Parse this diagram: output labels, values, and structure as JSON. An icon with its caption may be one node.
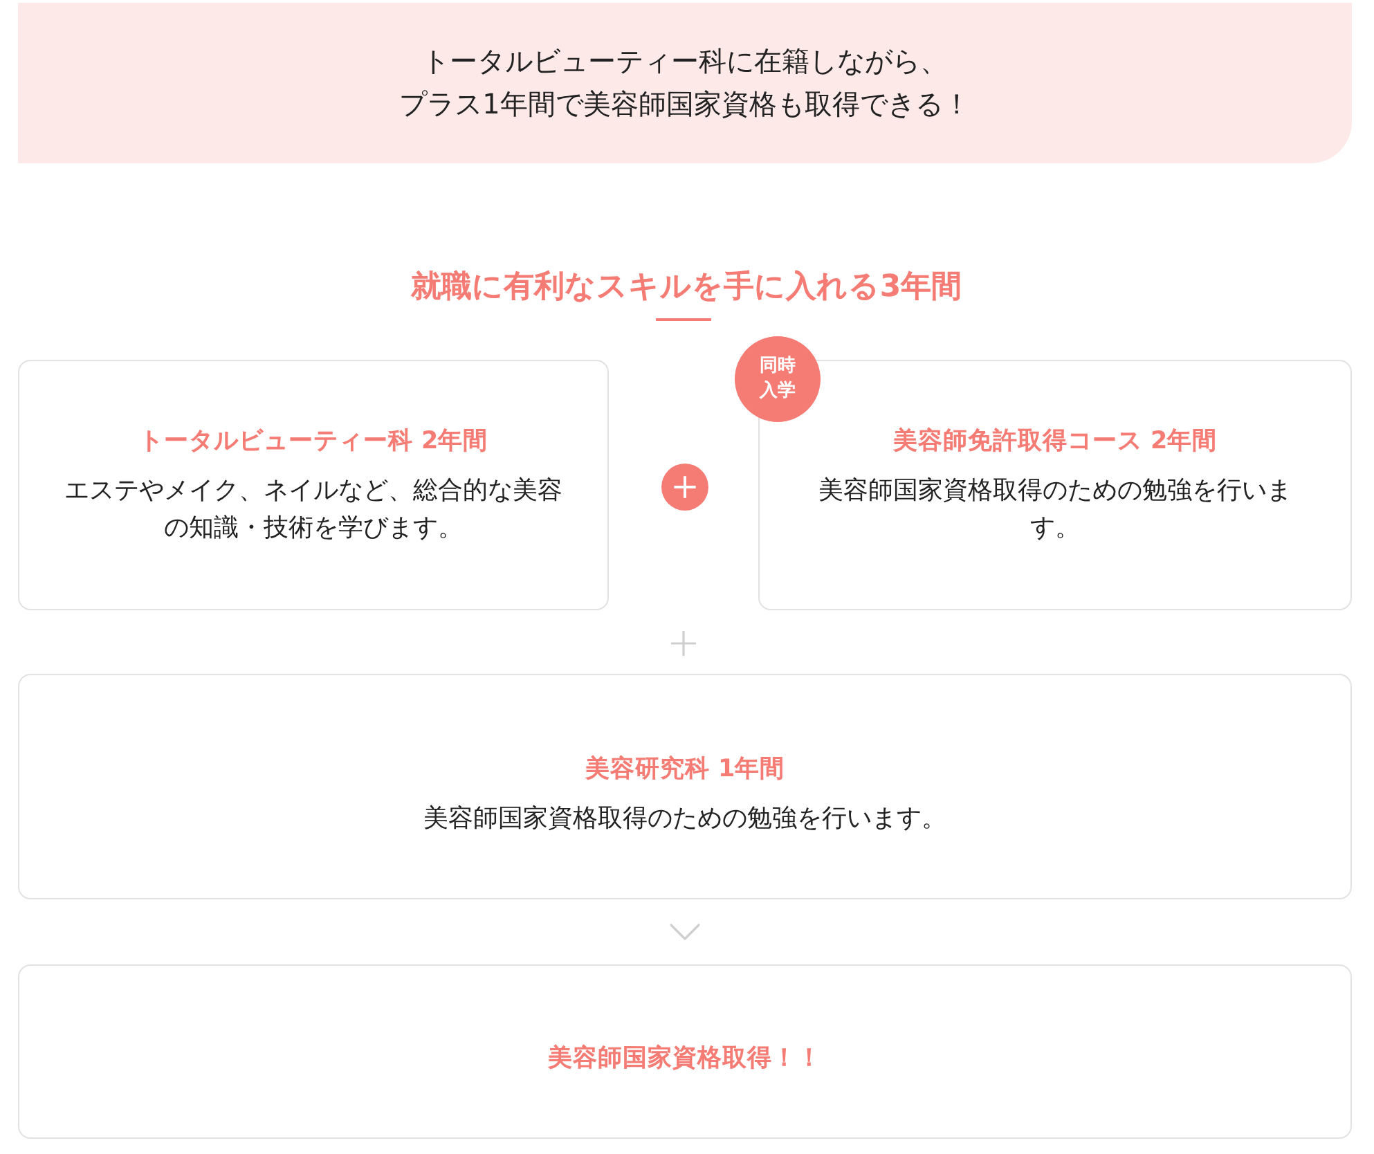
{
  "diagram": {
    "title": "就職に有利なスキルを手に入れる3年間",
    "nodes": [
      {
        "text": [
          "トータルビューティー科に在籍しながら、プラス1年間で美容師国家資格も取得できる！"
        ]
      },
      {
        "text": [
          "トータルビューティー科 2年間",
          "エステやメイク、ネイルなど、総合的な美容の知識・技術を学びます。"
        ]
      },
      {
        "text": [
          "同時入学"
        ]
      },
      {
        "text": [
          "美容師免許取得コース 2年間",
          "美容師国家資格取得のための勉強を行います。"
        ]
      },
      {
        "text": [
          "美容研究科 1年間",
          "美容師国家資格取得のための勉強を行います。"
        ]
      },
      {
        "text": [
          "美容師国家資格取得！！"
        ]
      }
    ],
    "edges": [
      {
        "from": 4,
        "to": 5,
        "arrow": "to"
      }
    ]
  }
}
